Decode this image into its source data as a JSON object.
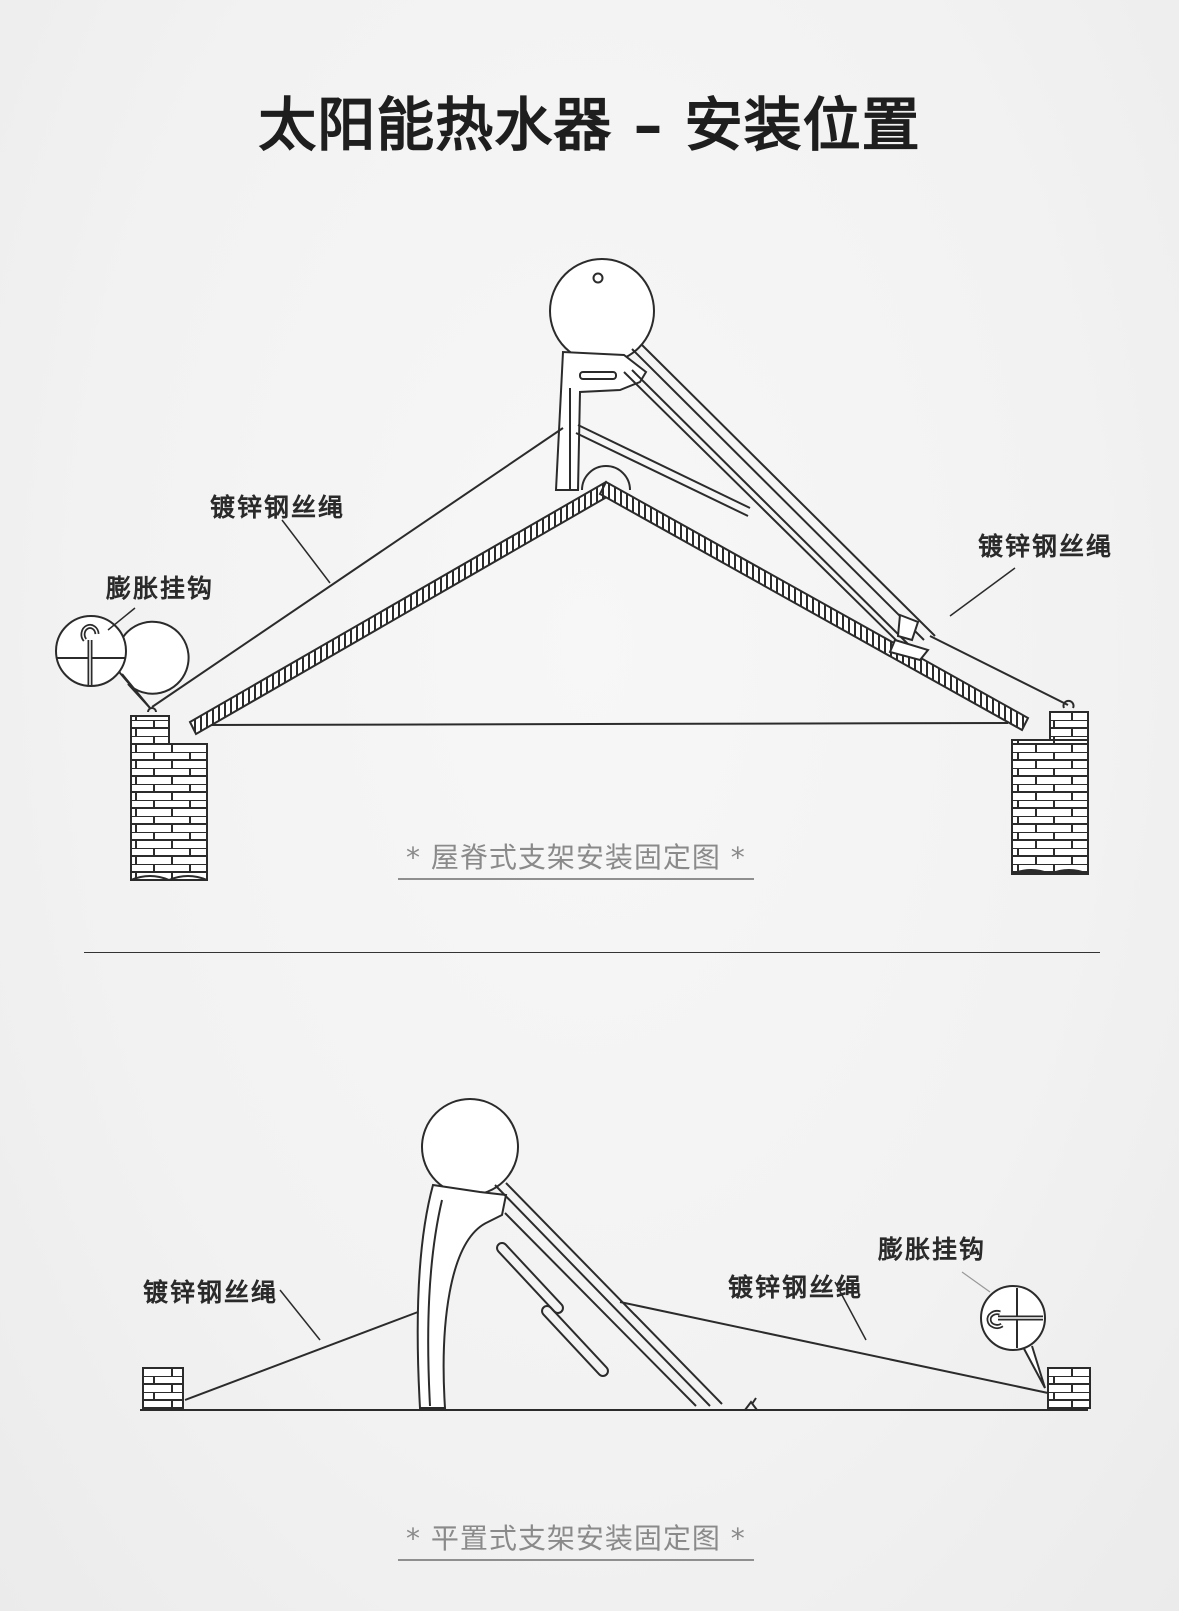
{
  "title": "太阳能热水器 – 安装位置",
  "ridge_mount": {
    "labels": {
      "wire_left": "镀锌钢丝绳",
      "wire_right": "镀锌钢丝绳",
      "hook_left": "膨胀挂钩"
    },
    "caption": "* 屋脊式支架安装固定图 *"
  },
  "flat_mount": {
    "labels": {
      "wire_left": "镀锌钢丝绳",
      "wire_right": "镀锌钢丝绳",
      "hook_right": "膨胀挂钩"
    },
    "caption": "* 平置式支架安装固定图 *"
  },
  "colors": {
    "line": "#2b2b2b",
    "caption": "#8a8a8a",
    "background": "#f3f3f3"
  }
}
